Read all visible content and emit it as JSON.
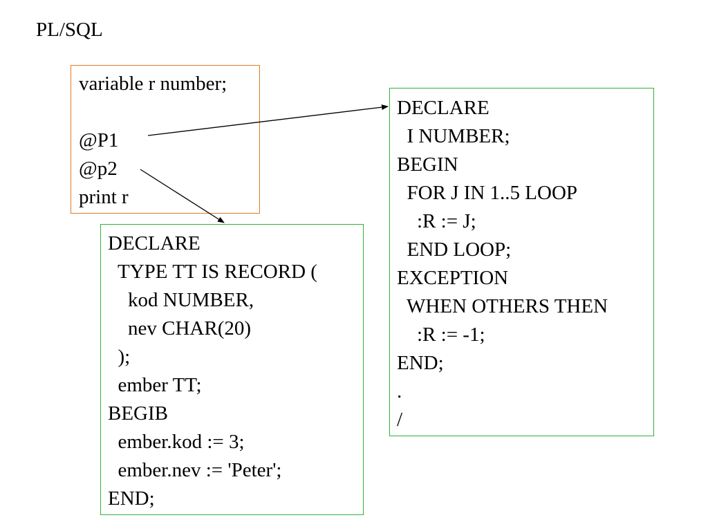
{
  "slide": {
    "title": "PL/SQL",
    "colors": {
      "orange_border": "#e07a1f",
      "green_border": "#2fb13a",
      "text": "#000000",
      "background": "#ffffff"
    }
  },
  "script_box": {
    "lines": [
      "variable r number;",
      "",
      "@P1",
      "@p2",
      "print r"
    ]
  },
  "p1_box": {
    "lines": [
      "DECLARE",
      "  I NUMBER;",
      "BEGIN",
      "  FOR J IN 1..5 LOOP",
      "    :R := J;",
      "  END LOOP;",
      "EXCEPTION",
      "  WHEN OTHERS THEN",
      "    :R := -1;",
      "END;",
      ".",
      "/"
    ]
  },
  "p2_box": {
    "lines": [
      "DECLARE",
      "  TYPE TT IS RECORD (",
      "    kod NUMBER,",
      "    nev CHAR(20)",
      "  );",
      "  ember TT;",
      "BEGIB",
      "  ember.kod := 3;",
      "  ember.nev := 'Peter';",
      "END;"
    ]
  }
}
